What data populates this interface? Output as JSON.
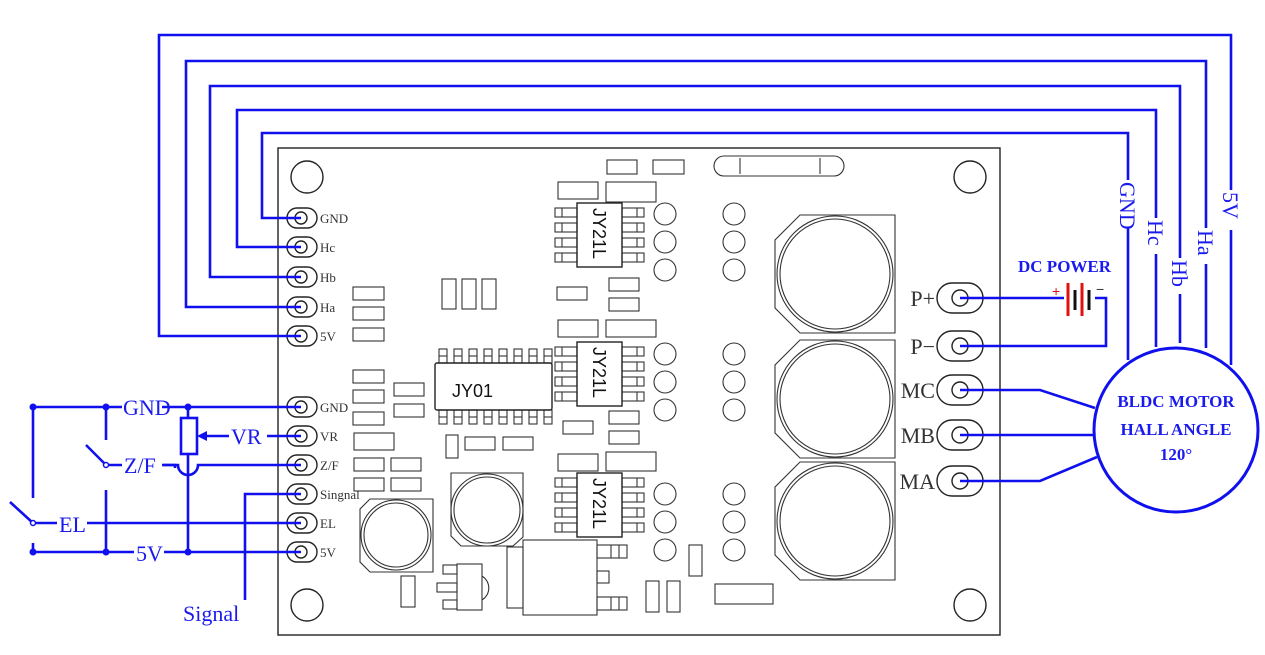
{
  "title": "BLDC motor driver wiring diagram",
  "board": {
    "left_pins": [
      {
        "id": "gnd_top",
        "label": "GND"
      },
      {
        "id": "hc",
        "label": "Hc"
      },
      {
        "id": "hb",
        "label": "Hb"
      },
      {
        "id": "ha",
        "label": "Ha"
      },
      {
        "id": "5v_top",
        "label": "5V"
      },
      {
        "id": "gnd_ctrl",
        "label": "GND"
      },
      {
        "id": "vr",
        "label": "VR"
      },
      {
        "id": "zf",
        "label": "Z/F"
      },
      {
        "id": "signal",
        "label": "Singnal"
      },
      {
        "id": "el",
        "label": "EL"
      },
      {
        "id": "5v_ctrl",
        "label": "5V"
      }
    ],
    "right_pins": [
      {
        "id": "p_plus",
        "label": "P+"
      },
      {
        "id": "p_minus",
        "label": "P−"
      },
      {
        "id": "mc",
        "label": "MC"
      },
      {
        "id": "mb",
        "label": "MB"
      },
      {
        "id": "ma",
        "label": "MA"
      }
    ],
    "chips": {
      "controller": "JY01",
      "driver_1": "JY21L",
      "driver_2": "JY21L",
      "driver_3": "JY21L"
    }
  },
  "external": {
    "control_labels": {
      "gnd": "GND",
      "vr": "VR",
      "zf": "Z/F",
      "el": "EL",
      "five_v": "5V",
      "signal": "Signal"
    },
    "hall_labels": {
      "gnd": "GND",
      "hc": "Hc",
      "hb": "Hb",
      "ha": "Ha",
      "five_v": "5V"
    },
    "power": {
      "label": "DC POWER",
      "plus": "+",
      "minus": "−"
    },
    "motor": {
      "line1": "BLDC MOTOR",
      "line2": "HALL ANGLE",
      "line3": "120°"
    }
  },
  "colors": {
    "wire": "#1010ee",
    "battery_positive": "#e01010",
    "pcb_outline": "#222222"
  }
}
